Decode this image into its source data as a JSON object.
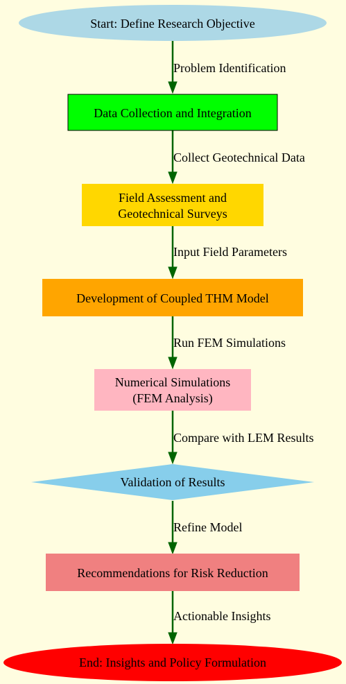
{
  "nodes": [
    {
      "id": "start",
      "label": "Start: Define Research Objective",
      "shape": "ellipse",
      "fill": "#ADD8E6"
    },
    {
      "id": "data-collection",
      "label": "Data Collection and Integration",
      "shape": "box",
      "fill": "#00FF00"
    },
    {
      "id": "field-assessment",
      "label_line1": "Field Assessment and",
      "label_line2": "Geotechnical Surveys",
      "shape": "box",
      "fill": "#FFD700"
    },
    {
      "id": "thm-model",
      "label": "Development of Coupled THM Model",
      "shape": "box",
      "fill": "#FFA500"
    },
    {
      "id": "numerical-simulations",
      "label_line1": "Numerical Simulations",
      "label_line2": "(FEM Analysis)",
      "shape": "box",
      "fill": "#FFB6C1"
    },
    {
      "id": "validation",
      "label": "Validation of Results",
      "shape": "diamond",
      "fill": "#87CEEB"
    },
    {
      "id": "recommendations",
      "label": "Recommendations for Risk Reduction",
      "shape": "box",
      "fill": "#F08080"
    },
    {
      "id": "end",
      "label": "End: Insights and Policy Formulation",
      "shape": "ellipse",
      "fill": "#FF0000"
    }
  ],
  "edges": [
    {
      "from": "start",
      "to": "data-collection",
      "label": "Problem Identification"
    },
    {
      "from": "data-collection",
      "to": "field-assessment",
      "label": "Collect Geotechnical Data"
    },
    {
      "from": "field-assessment",
      "to": "thm-model",
      "label": "Input Field Parameters"
    },
    {
      "from": "thm-model",
      "to": "numerical-simulations",
      "label": "Run FEM Simulations"
    },
    {
      "from": "numerical-simulations",
      "to": "validation",
      "label": "Compare with LEM Results"
    },
    {
      "from": "validation",
      "to": "recommendations",
      "label": "Refine Model"
    },
    {
      "from": "recommendations",
      "to": "end",
      "label": "Actionable Insights"
    }
  ],
  "colors": {
    "background": "#FFFDE0",
    "edge": "#006400"
  }
}
